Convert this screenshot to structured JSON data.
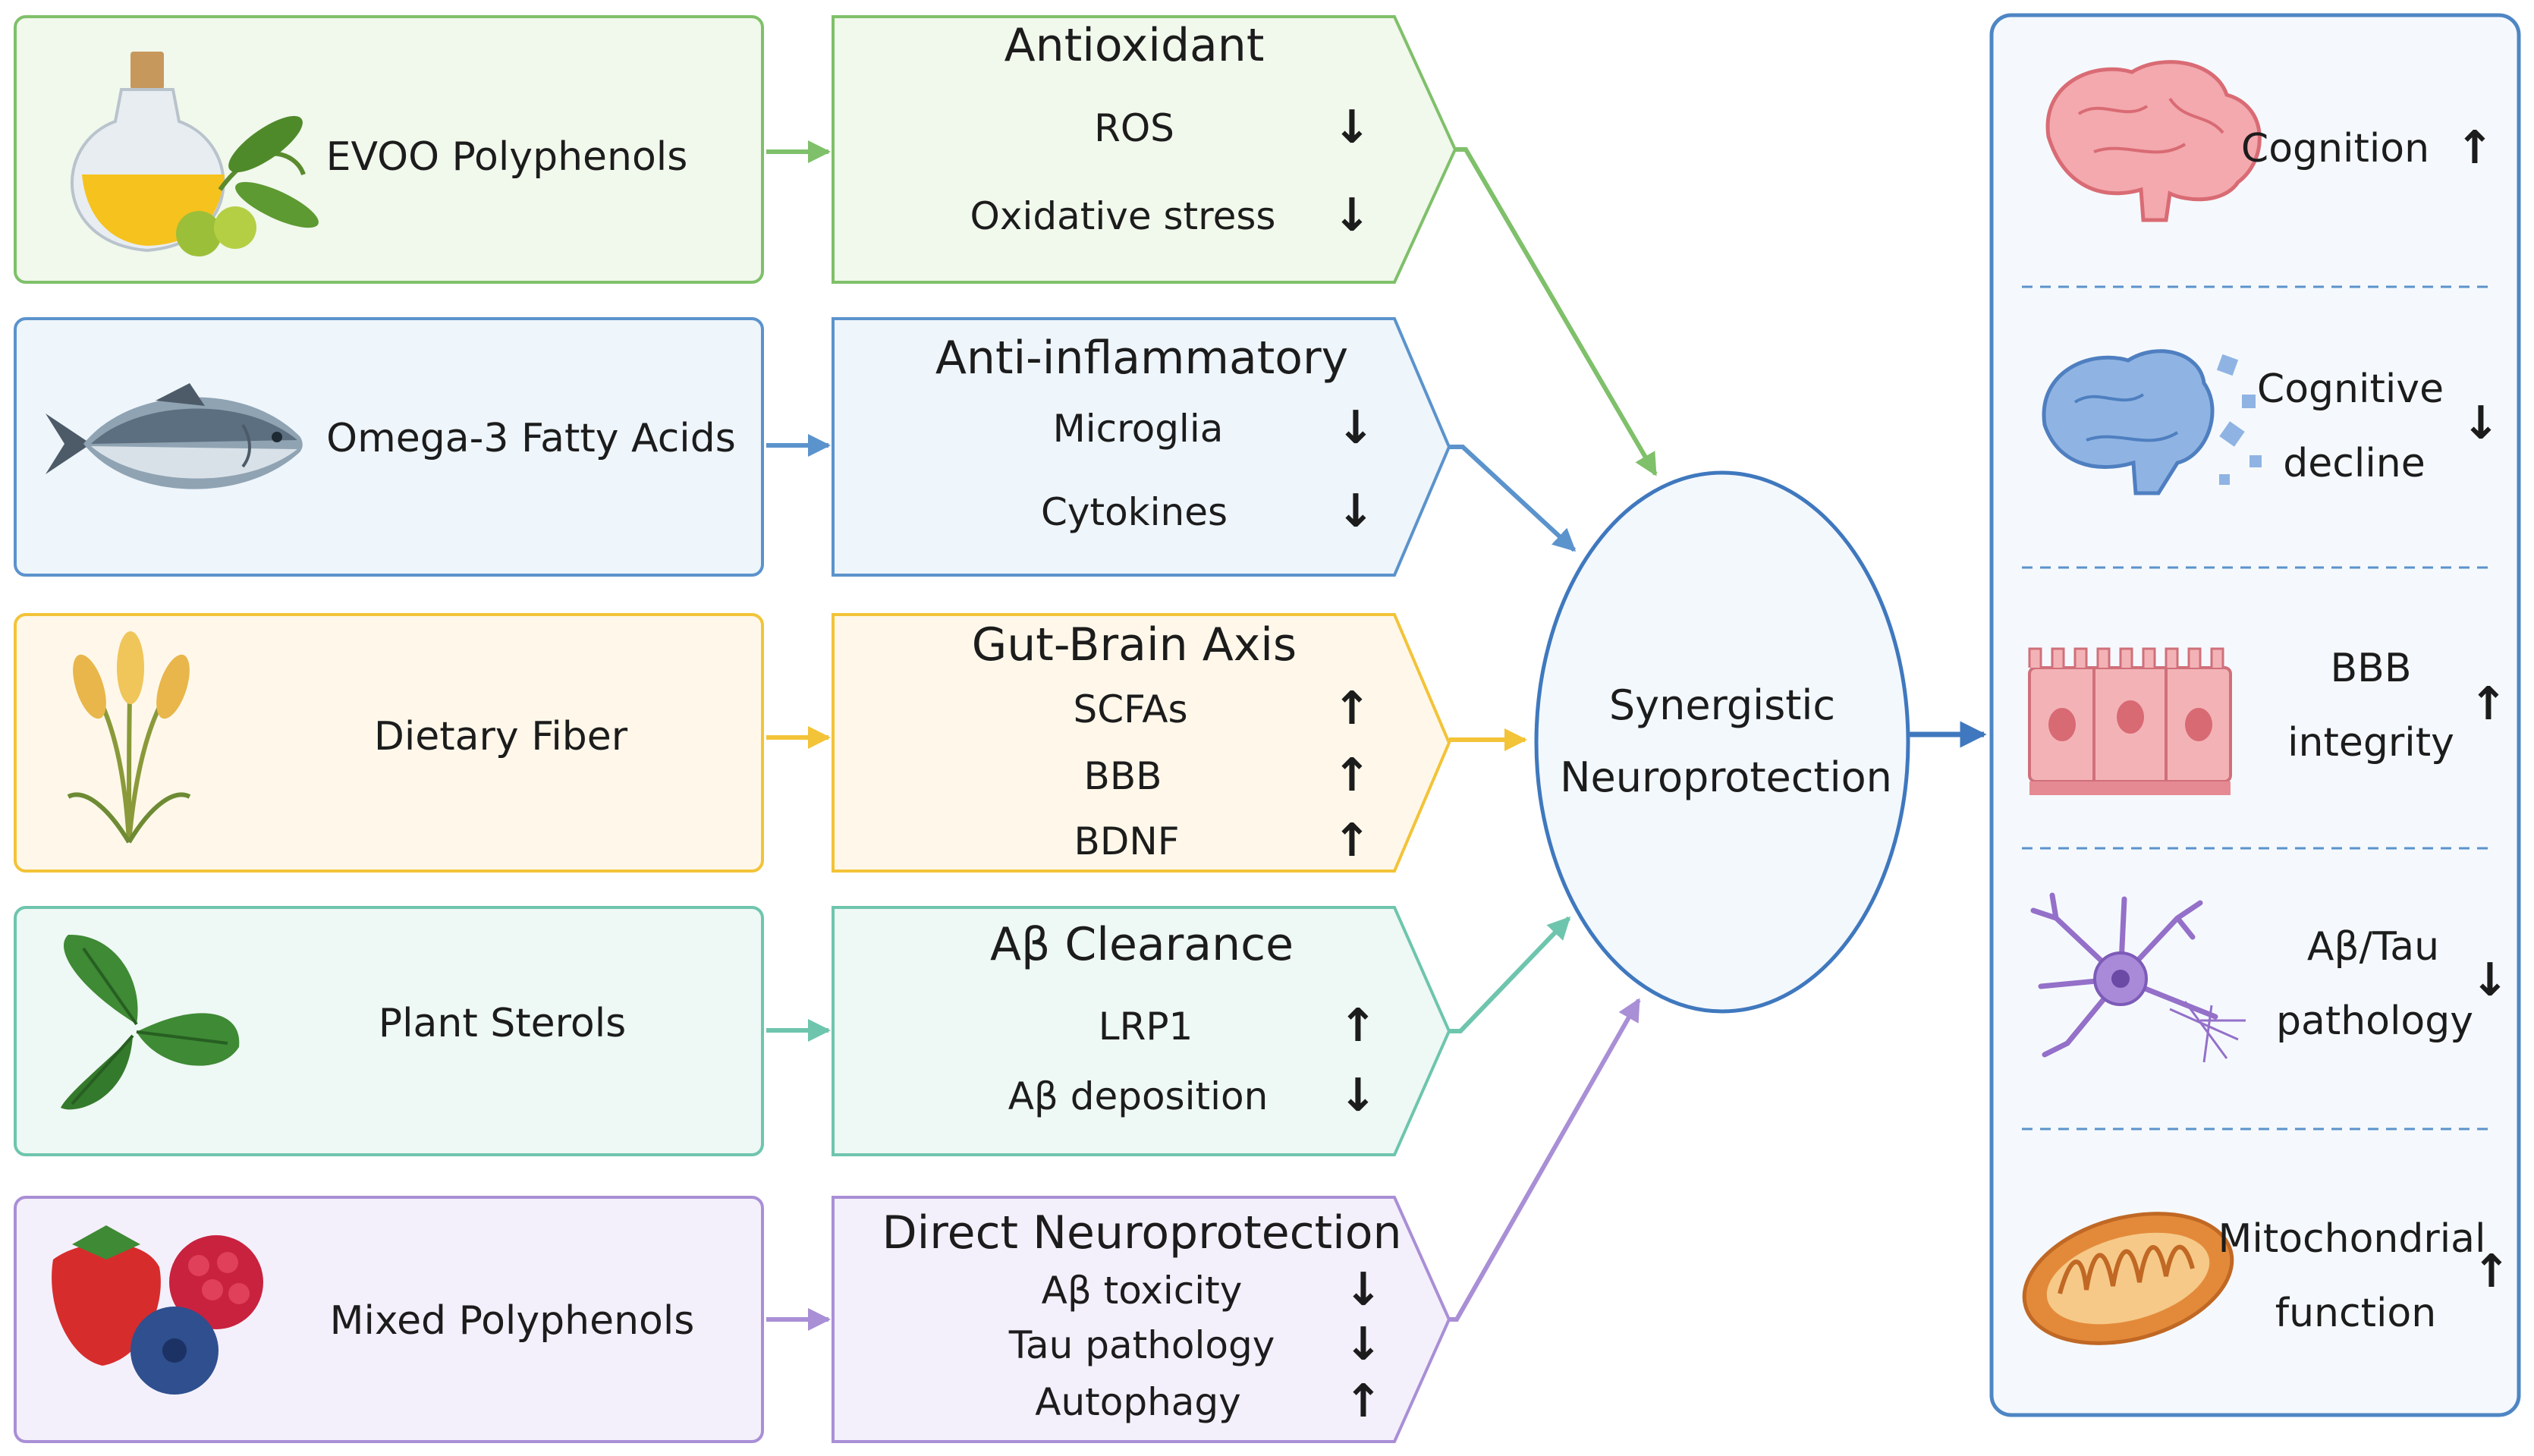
{
  "colors": {
    "green": "#7fc06a",
    "green_bg": "#f1f8ec",
    "blue": "#5b93cc",
    "blue_bg": "#eef5fb",
    "yellow": "#f3c338",
    "yellow_bg": "#fff8ea",
    "teal": "#6ec5ad",
    "teal_bg": "#eef8f4",
    "purple": "#a98fd6",
    "purple_bg": "#f4f0fb",
    "ellipse_stroke": "#3f78be",
    "ellipse_fill": "#f3f8fd",
    "panel_stroke": "#4e86c4",
    "panel_fill": "#f5f9fd"
  },
  "rows": [
    {
      "key": "evoo",
      "source": "EVOO Polyphenols",
      "icon": "olive-oil-icon",
      "mechanism": {
        "title": "Antioxidant",
        "effects": [
          {
            "label": "ROS",
            "arrow": "↓"
          },
          {
            "label": "Oxidative stress",
            "arrow": "↓"
          }
        ]
      }
    },
    {
      "key": "omega",
      "source": "Omega-3 Fatty Acids",
      "icon": "fish-icon",
      "mechanism": {
        "title": "Anti-inflammatory",
        "effects": [
          {
            "label": "Microglia",
            "arrow": "↓"
          },
          {
            "label": "Cytokines",
            "arrow": "↓"
          }
        ]
      }
    },
    {
      "key": "fiber",
      "source": "Dietary Fiber",
      "icon": "wheat-icon",
      "mechanism": {
        "title": "Gut-Brain Axis",
        "effects": [
          {
            "label": "SCFAs",
            "arrow": "↑"
          },
          {
            "label": "BBB",
            "arrow": "↑"
          },
          {
            "label": "BDNF",
            "arrow": "↑"
          }
        ]
      }
    },
    {
      "key": "sterols",
      "source": "Plant Sterols",
      "icon": "leaves-icon",
      "mechanism": {
        "title": "Aβ Clearance",
        "effects": [
          {
            "label": "LRP1",
            "arrow": "↑"
          },
          {
            "label": "Aβ deposition",
            "arrow": "↓"
          }
        ]
      }
    },
    {
      "key": "mixed",
      "source": "Mixed Polyphenols",
      "icon": "berries-icon",
      "mechanism": {
        "title": "Direct Neuroprotection",
        "effects": [
          {
            "label": "Aβ toxicity",
            "arrow": "↓"
          },
          {
            "label": "Tau pathology",
            "arrow": "↓"
          },
          {
            "label": "Autophagy",
            "arrow": "↑"
          }
        ]
      }
    }
  ],
  "center": {
    "line1": "Synergistic",
    "line2": "Neuroprotection"
  },
  "outcomes": [
    {
      "icon": "brain-icon",
      "lines": [
        "Cognition"
      ],
      "arrow": "↑"
    },
    {
      "icon": "fragmenting-brain-icon",
      "lines": [
        "Cognitive",
        "decline"
      ],
      "arrow": "↓"
    },
    {
      "icon": "endothelial-cells-icon",
      "lines": [
        "BBB",
        "integrity"
      ],
      "arrow": "↑"
    },
    {
      "icon": "neuron-icon",
      "lines": [
        "Aβ/Tau",
        "pathology"
      ],
      "arrow": "↓"
    },
    {
      "icon": "mitochondrion-icon",
      "lines": [
        "Mitochondrial",
        "function"
      ],
      "arrow": "↑"
    }
  ]
}
